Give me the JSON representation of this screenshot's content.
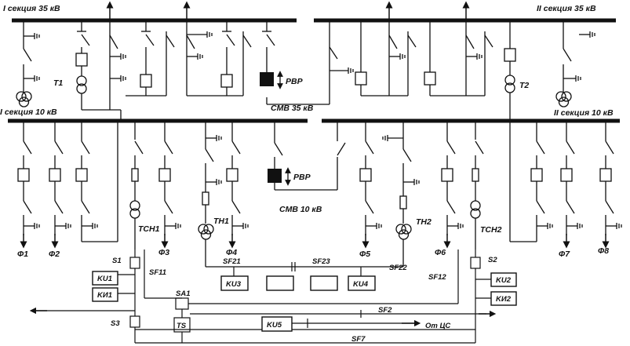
{
  "labels": {
    "bus35_1": "I секция 35 кВ",
    "bus35_2": "II секция 35 кВ",
    "bus10_1": "I секция 10 кВ",
    "bus10_2": "II секция 10 кВ",
    "t1": "T1",
    "t2": "T2",
    "rvr35": "РВР",
    "smv35": "СМВ 35 кВ",
    "rvr10": "РВР",
    "smv10": "СМВ 10 кВ",
    "tn1": "TH1",
    "tn2": "TH2",
    "tsn1": "TCH1",
    "tsn2": "TCH2",
    "f1": "Ф1",
    "f2": "Ф2",
    "f3": "Ф3",
    "f4": "Ф4",
    "f5": "Ф5",
    "f6": "Ф6",
    "f7": "Ф7",
    "f8": "Ф8",
    "s1": "S1",
    "s2": "S2",
    "s3": "S3",
    "sf11": "SF11",
    "sf12": "SF12",
    "sf21": "SF21",
    "sf22": "SF22",
    "sf23": "SF23",
    "sf2": "SF2",
    "sf7": "SF7",
    "sa1": "SA1",
    "ot_cs": "От ЦС"
  },
  "boxes": {
    "ku1": "KU1",
    "ki1": "KИ1",
    "ku3": "KU3",
    "ku4": "KU4",
    "ku2": "KU2",
    "ki2": "KИ2",
    "ts": "TS",
    "ku5": "KU5"
  }
}
